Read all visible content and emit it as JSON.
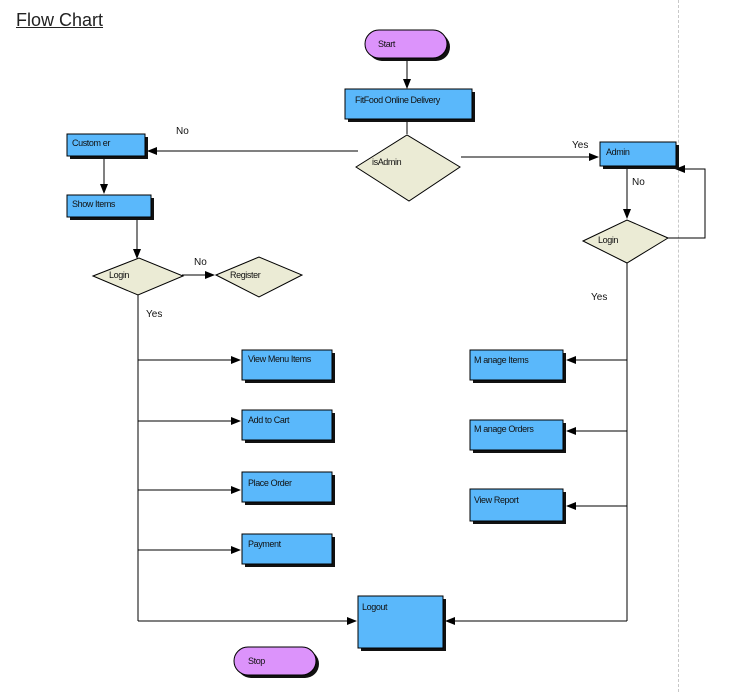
{
  "title": "Flow Chart",
  "colors": {
    "process": "#5ab8fb",
    "terminal": "#dc93fb",
    "decision": "#ebebd5",
    "shadow": "#111111"
  },
  "nodes": {
    "start": "Start",
    "fitfood": "FitFood Online Delivery",
    "is_admin": "isAdmin",
    "customer": "Custom er",
    "admin": "Admin",
    "show_items": "Show Items",
    "login_customer": "Login",
    "register": "Register",
    "login_admin": "Login",
    "view_menu_items": "View Menu Items",
    "add_to_cart": "Add to Cart",
    "place_order": "Place Order",
    "payment": "Payment",
    "manage_items": "M anage Items",
    "manage_orders": "M anage Orders",
    "view_report": "View Report",
    "logout": "Logout",
    "stop": "Stop"
  },
  "edge_labels": {
    "no_customer": "No",
    "yes_admin": "Yes",
    "no_register": "No",
    "yes_customer_login": "Yes",
    "no_admin_loop": "No",
    "yes_admin_login": "Yes"
  }
}
